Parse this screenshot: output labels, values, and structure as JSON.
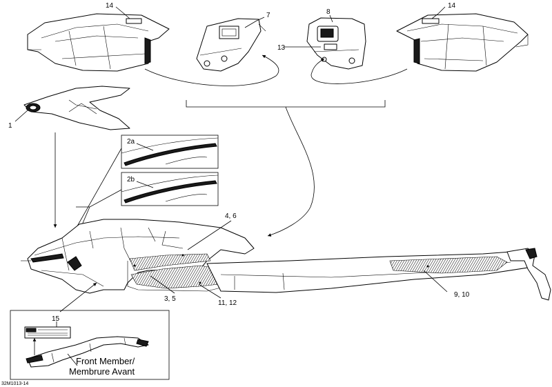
{
  "callouts": {
    "c1": "1",
    "c2a": "2a",
    "c2b": "2b",
    "c3_5": "3, 5",
    "c4_6": "4, 6",
    "c7": "7",
    "c8": "8",
    "c9_10": "9, 10",
    "c11_12": "11, 12",
    "c13": "13",
    "c14_left": "14",
    "c14_right": "14",
    "c15": "15"
  },
  "inset": {
    "line1": "Front Member/",
    "line2": "Membrure Avant"
  },
  "reference_code": "32M1013-14"
}
